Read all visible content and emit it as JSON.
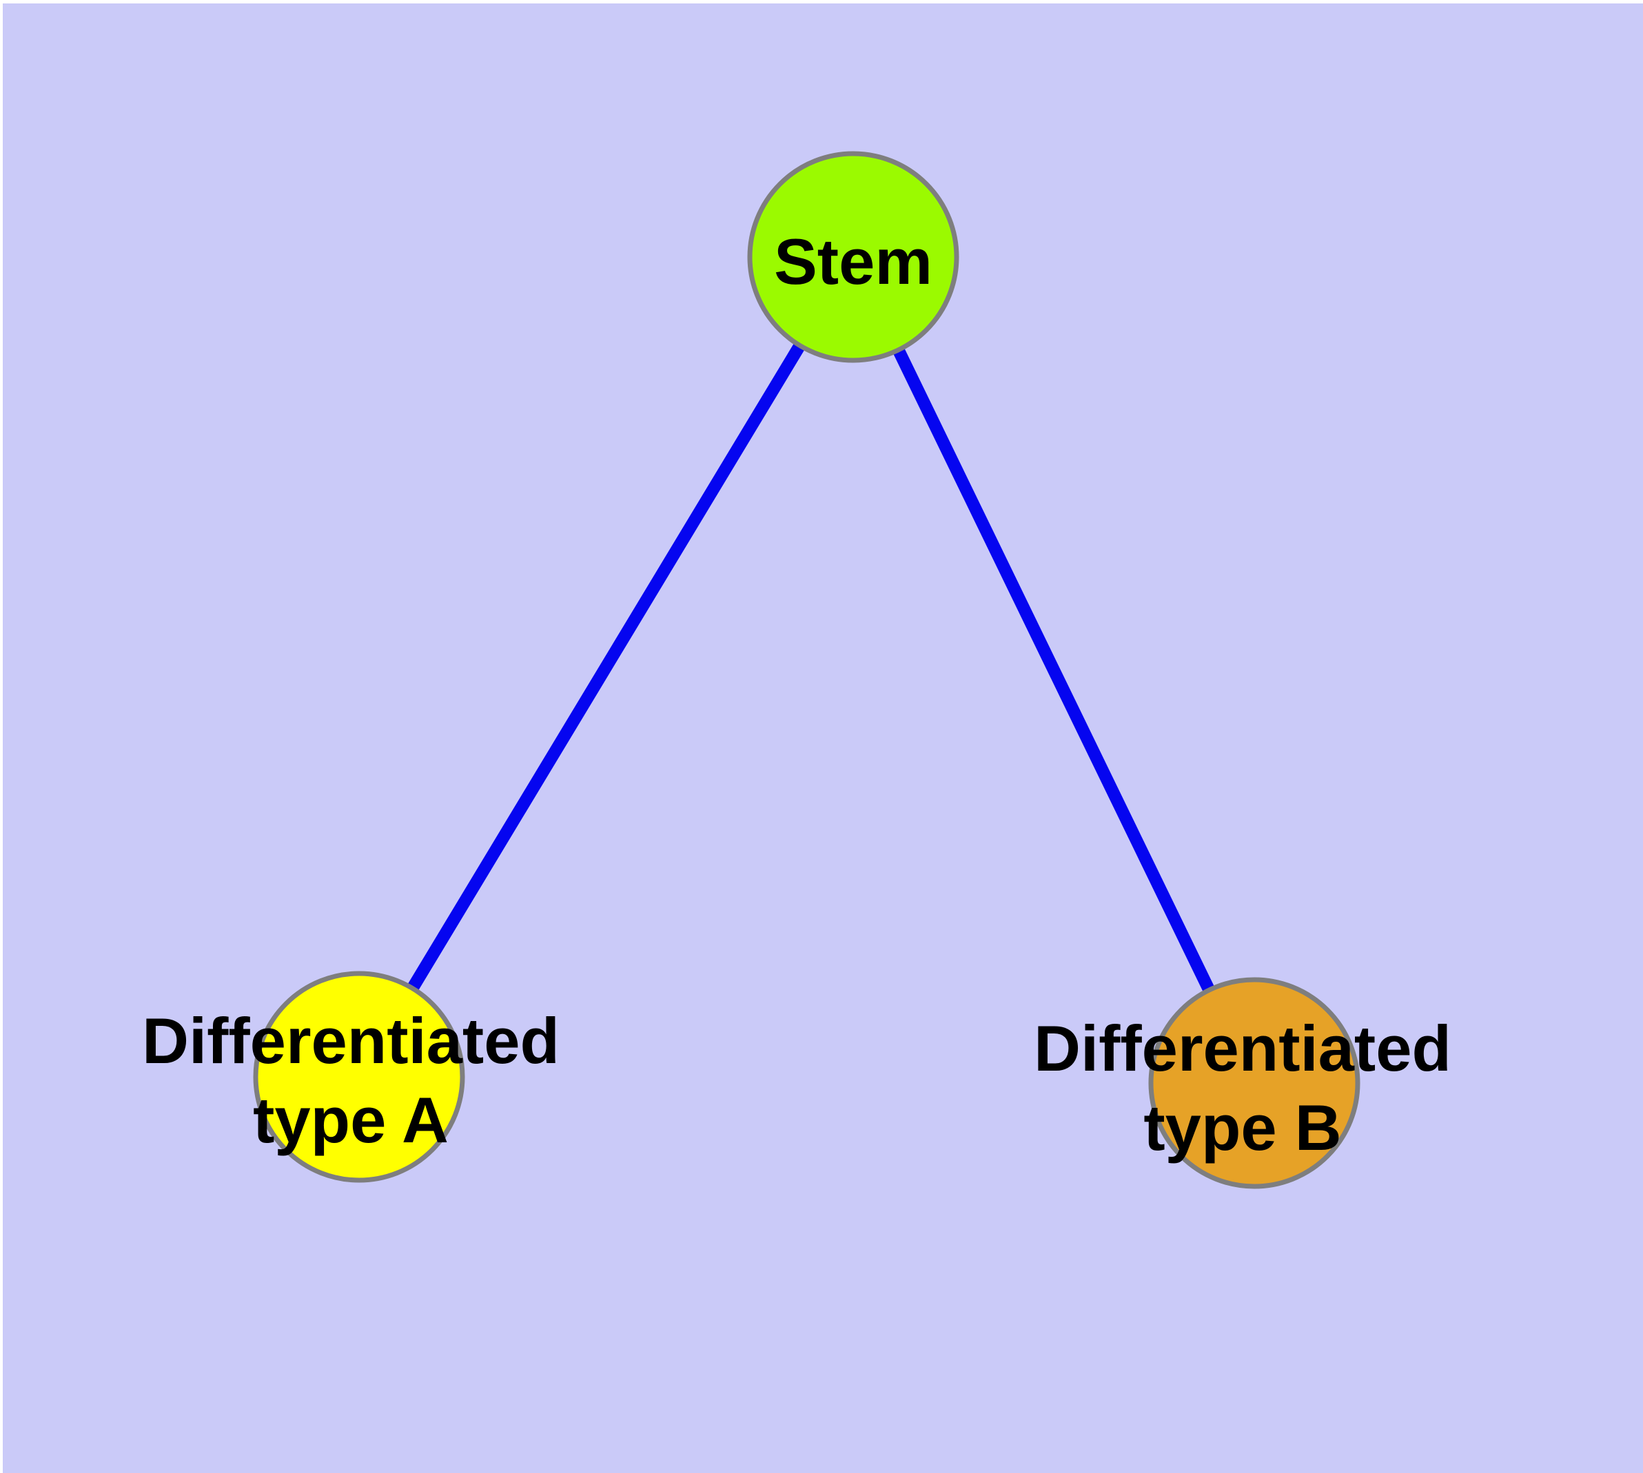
{
  "figure": {
    "description": "Cell differentiation graph: stem node linked to two differentiated cell-type nodes",
    "frame_color": "#FFFFFF",
    "background_color": "#CACAF8",
    "edge_color": "#0505F0",
    "node_border_color": "#7E7E7E",
    "label_color": "#000000",
    "nodes": [
      {
        "id": "stem",
        "label": "Stem",
        "lines": [
          "Stem"
        ],
        "fill": "#9BFA00"
      },
      {
        "id": "differentiated-type-a",
        "label": "Differentiated type A",
        "lines": [
          "Differentiated",
          "type A"
        ],
        "fill": "#FFFF00"
      },
      {
        "id": "differentiated-type-b",
        "label": "Differentiated type B",
        "lines": [
          "Differentiated",
          "type B"
        ],
        "fill": "#E6A227"
      }
    ],
    "edges": [
      {
        "from": "Stem",
        "to": "Differentiated type A"
      },
      {
        "from": "Stem",
        "to": "Differentiated type B"
      }
    ]
  }
}
